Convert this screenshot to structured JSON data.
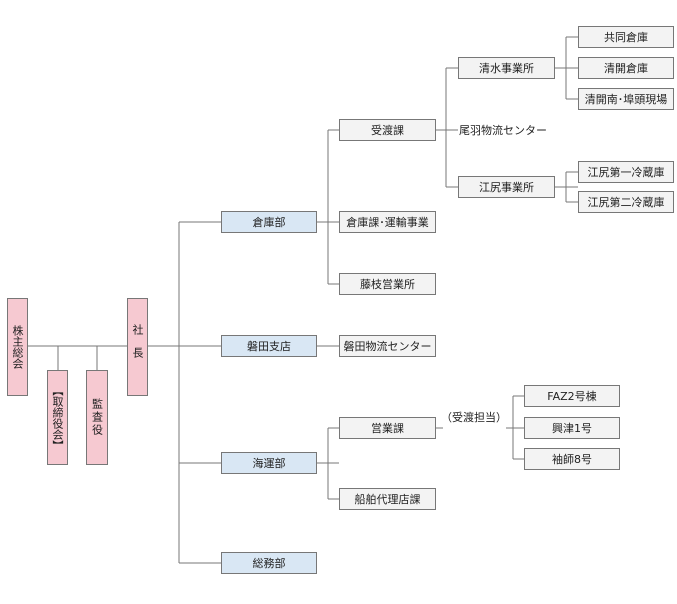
{
  "colors": {
    "top": "#f6c9d1",
    "department": "#d9e7f4",
    "unit": "#f3f3f3",
    "line": "#777777"
  },
  "top": {
    "shareholders": "株主総会",
    "board": "【取締役会】",
    "auditor": "監査役",
    "president": "社長"
  },
  "departments": {
    "warehouse": "倉庫部",
    "iwata_branch": "磐田支店",
    "shipping": "海運部",
    "general_affairs": "総務部"
  },
  "warehouse_units": {
    "receiving": "受渡課",
    "warehouse_transport": "倉庫課･運輸事業",
    "fujieda": "藤枝営業所"
  },
  "receiving_units": {
    "shimizu": "清水事業所",
    "obane": "尾羽物流センター",
    "ejiri": "江尻事業所"
  },
  "shimizu_units": {
    "kyodo": "共同倉庫",
    "seikai": "清開倉庫",
    "seikai_south": "清開南･埠頭現場"
  },
  "ejiri_units": {
    "cold1": "江尻第一冷蔵庫",
    "cold2": "江尻第二冷蔵庫"
  },
  "iwata_units": {
    "center": "磐田物流センター"
  },
  "shipping_units": {
    "sales": "営業課",
    "agency": "船舶代理店課"
  },
  "sales_note": "（受渡担当）",
  "vessels": {
    "faz2": "FAZ2号棟",
    "okitsu": "興津1号",
    "sodeshi": "袖師8号"
  }
}
